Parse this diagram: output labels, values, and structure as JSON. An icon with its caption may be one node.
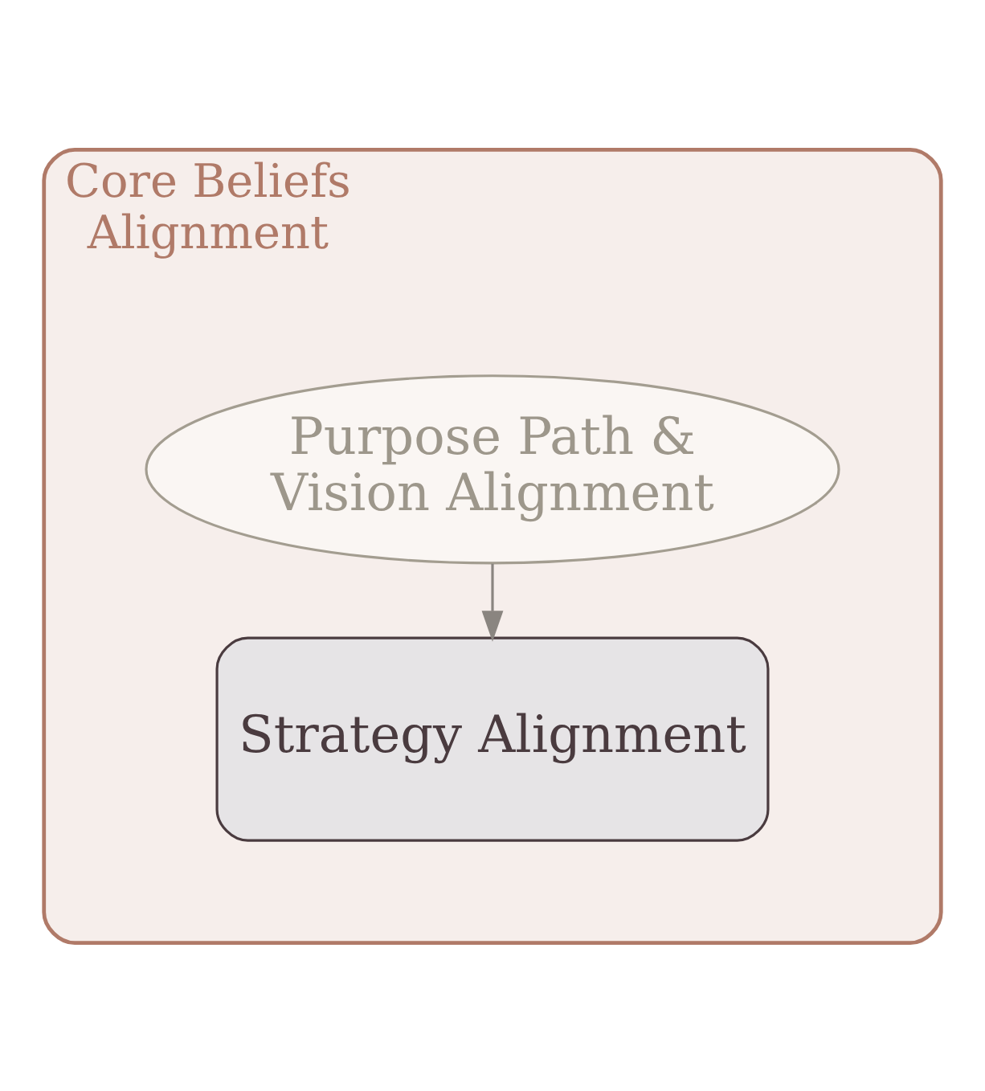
{
  "diagram": {
    "nodes": [
      {
        "text": [
          "Core Beliefs Alignment"
        ]
      },
      {
        "text": [
          "Purpose Path & Vision Alignment"
        ],
        "in": 0
      },
      {
        "text": [
          "Strategy Alignment"
        ],
        "in": 0
      }
    ],
    "edges": [
      {
        "from": 1,
        "to": 2,
        "arrow": "to"
      }
    ]
  }
}
